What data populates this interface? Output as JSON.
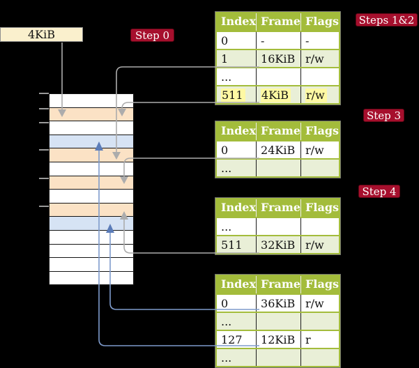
{
  "colors": {
    "olive": "#A3BC3B",
    "rowgreen": "#E9EFD7",
    "peach": "#FBE2C5",
    "blue": "#D6E3F4",
    "cream": "#FAF0CD",
    "red": "#A60F2D",
    "hl": "#FEF9A3",
    "grayline": "#ACACAC",
    "blueline": "#7E9BCC",
    "bluearrow": "#5B7CB8"
  },
  "register_box": {
    "label": "4KiB"
  },
  "badges": {
    "step0": "Step 0",
    "steps12": "Steps 1&2",
    "step3": "Step 3",
    "step4": "Step 4"
  },
  "tables": {
    "headers": [
      "Index",
      "Frame",
      "Flags"
    ],
    "t1": {
      "rows": [
        {
          "index": "0",
          "frame": "-",
          "flags": "-"
        },
        {
          "index": "1",
          "frame": "16KiB",
          "flags": "r/w"
        },
        {
          "index": "...",
          "frame": "",
          "flags": ""
        },
        {
          "index": "511",
          "frame": "4KiB",
          "flags": "r/w"
        }
      ]
    },
    "t2": {
      "rows": [
        {
          "index": "0",
          "frame": "24KiB",
          "flags": "r/w"
        },
        {
          "index": "...",
          "frame": "",
          "flags": ""
        }
      ]
    },
    "t3": {
      "rows": [
        {
          "index": "...",
          "frame": "",
          "flags": ""
        },
        {
          "index": "511",
          "frame": "32KiB",
          "flags": "r/w"
        }
      ]
    },
    "t4": {
      "rows": [
        {
          "index": "0",
          "frame": "36KiB",
          "flags": "r/w"
        },
        {
          "index": "...",
          "frame": "",
          "flags": ""
        },
        {
          "index": "127",
          "frame": "12KiB",
          "flags": "r"
        },
        {
          "index": "...",
          "frame": "",
          "flags": ""
        }
      ]
    }
  },
  "memory": {
    "rows": [
      "white",
      "peach",
      "white",
      "blue",
      "peach",
      "white",
      "peach",
      "white",
      "peach",
      "blue",
      "white",
      "white",
      "white",
      "white"
    ]
  }
}
